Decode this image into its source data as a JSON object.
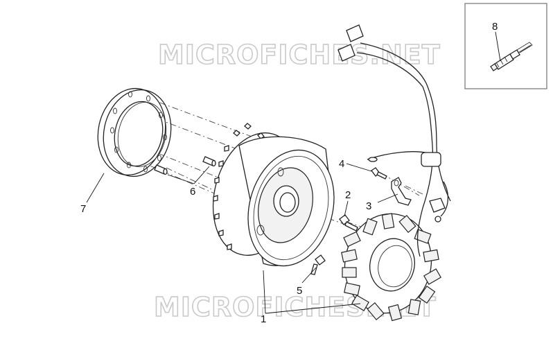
{
  "watermark": {
    "top": "MICROFICHES.NET",
    "bottom": "MICROFICHES.NET"
  },
  "callouts": {
    "c1": "1",
    "c2": "2",
    "c3": "3",
    "c4": "4",
    "c5": "5",
    "c6": "6",
    "c7": "7",
    "c8": "8"
  }
}
